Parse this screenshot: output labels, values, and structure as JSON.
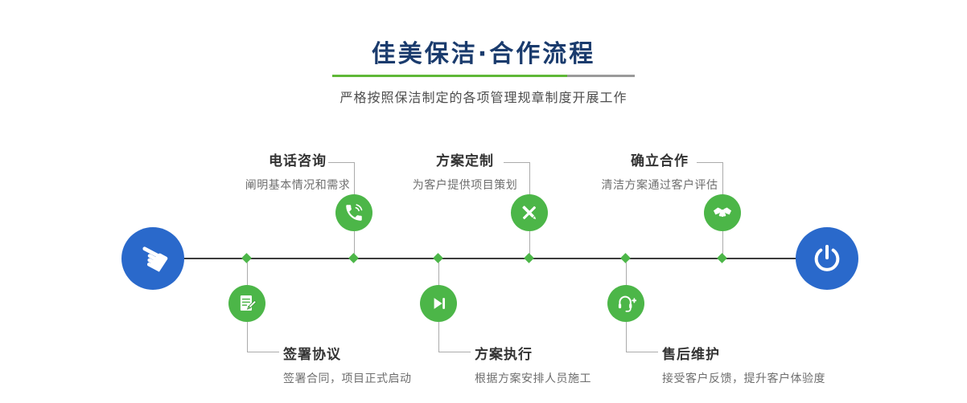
{
  "header": {
    "title": "佳美保洁·合作流程",
    "subtitle": "严格按照保洁制定的各项管理规章制度开展工作"
  },
  "timeline": {
    "start_icon": "pointing-hand-icon",
    "end_icon": "power-icon"
  },
  "icons": {
    "pointing_hand": "☚"
  },
  "colors": {
    "accent_green": "#4cb648",
    "accent_blue": "#2a69cb",
    "title_navy": "#1a3b6d",
    "divider_green": "#5fb837",
    "divider_gray": "#9a9a9a",
    "axis_dark": "#3c3c3c",
    "connector_gray": "#ababab"
  },
  "steps_top": [
    {
      "title": "电话咨询",
      "desc": "阐明基本情况和需求",
      "icon": "phone-icon"
    },
    {
      "title": "方案定制",
      "desc": "为客户提供项目策划",
      "icon": "pencil-ruler-icon"
    },
    {
      "title": "确立合作",
      "desc": "清洁方案通过客户评估",
      "icon": "handshake-icon"
    }
  ],
  "steps_bottom": [
    {
      "title": "签署协议",
      "desc": "签署合同，项目正式启动",
      "icon": "contract-icon"
    },
    {
      "title": "方案执行",
      "desc": "根据方案安排人员施工",
      "icon": "play-icon"
    },
    {
      "title": "售后维护",
      "desc": "接受客户反馈，提升客户体验度",
      "icon": "headset-icon"
    }
  ]
}
